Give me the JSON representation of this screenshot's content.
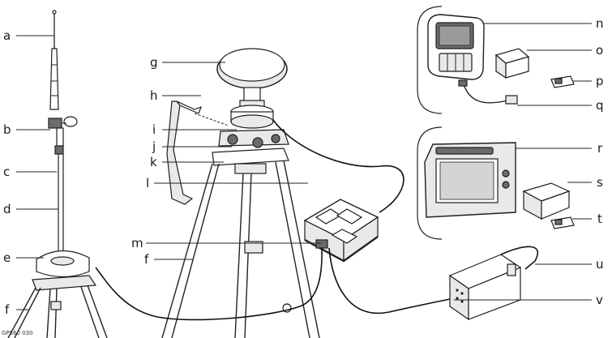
{
  "callouts": {
    "a": "a",
    "b": "b",
    "c": "c",
    "d": "d",
    "e": "e",
    "f_left": "f",
    "g": "g",
    "h": "h",
    "i": "i",
    "j": "j",
    "k": "k",
    "l": "l",
    "m": "m",
    "f_center": "f",
    "n": "n",
    "o": "o",
    "p": "p",
    "q": "q",
    "r": "r",
    "s": "s",
    "t": "t",
    "u": "u",
    "v": "v"
  },
  "figure_id": "GPS60 030",
  "colors": {
    "line": "#222222",
    "device_body": "#ffffff",
    "device_shade": "#e9e9e9",
    "screen": "#6b6b6b"
  }
}
